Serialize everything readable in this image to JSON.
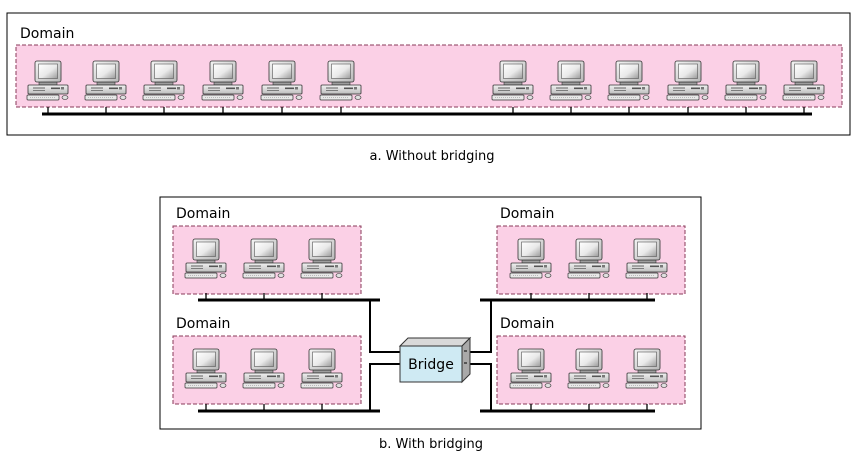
{
  "panel_a": {
    "domain_label": "Domain",
    "caption": "a. Without bridging"
  },
  "panel_b": {
    "caption": "b. With bridging",
    "domains": [
      {
        "label": "Domain"
      },
      {
        "label": "Domain"
      },
      {
        "label": "Domain"
      },
      {
        "label": "Domain"
      }
    ],
    "bridge_label": "Bridge"
  },
  "colors": {
    "domain_fill": "#fbd0e6",
    "domain_border": "#8a3a5a",
    "bridge_fill": "#cfeaf3",
    "bridge_top": "#d9d9d9",
    "bridge_side": "#a9a9a9"
  },
  "icons": {
    "computer": "desktop-computer-icon",
    "bridge": "bridge-device-icon"
  }
}
